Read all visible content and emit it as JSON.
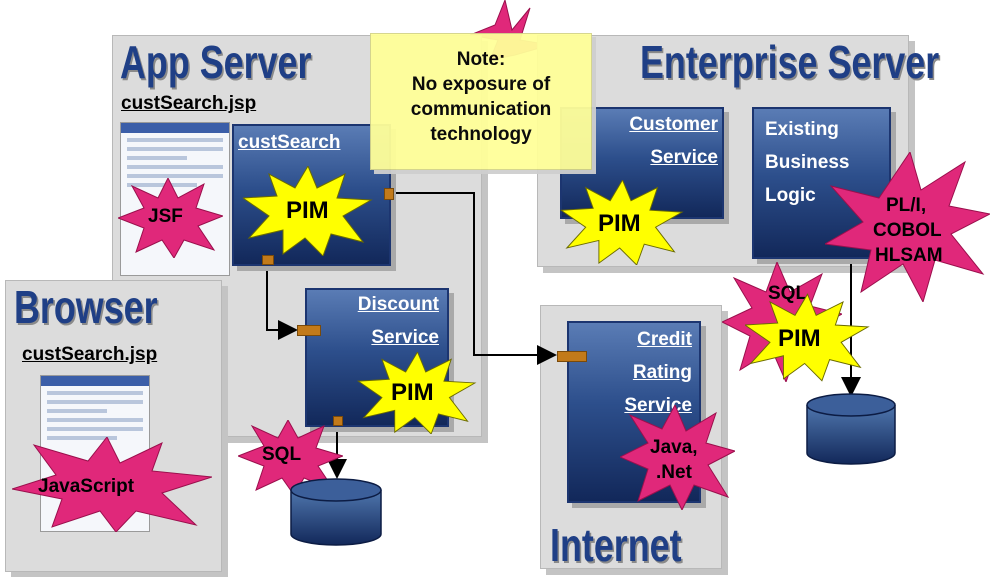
{
  "panels": {
    "app_server": {
      "title": "App Server",
      "file": "custSearch.jsp"
    },
    "enterprise_server": {
      "title": "Enterprise Server"
    },
    "browser": {
      "title": "Browser",
      "file": "custSearch.jsp"
    },
    "internet": {
      "title": "Internet"
    }
  },
  "note": {
    "lines": [
      "Note:",
      "No exposure of",
      "communication",
      "technology"
    ]
  },
  "components": {
    "cust_search": {
      "label": "custSearch"
    },
    "discount_service": {
      "lines": [
        "Discount",
        "Service"
      ]
    },
    "customer_service": {
      "lines": [
        "Customer",
        "Service"
      ]
    },
    "existing_logic": {
      "lines": [
        "Existing",
        "Business",
        "Logic"
      ]
    },
    "credit_rating": {
      "lines": [
        "Credit",
        "Rating",
        "Service"
      ]
    }
  },
  "bursts": {
    "pim": "PIM",
    "jsf": "JSF",
    "javascript": "JavaScript",
    "sql": "SQL",
    "sql_partial": "SQL",
    "java_net": [
      "Java,",
      ".Net"
    ],
    "pli": [
      "PL/I,",
      "COBOL",
      "HLSAM"
    ]
  },
  "colors": {
    "box_dark": "#12285a",
    "box_light": "#5a7cb5",
    "burst_pink": "#e0287a",
    "burst_yellow": "#ffff00",
    "title_blue": "#1f3f86",
    "note_yellow": "#ffff99"
  }
}
